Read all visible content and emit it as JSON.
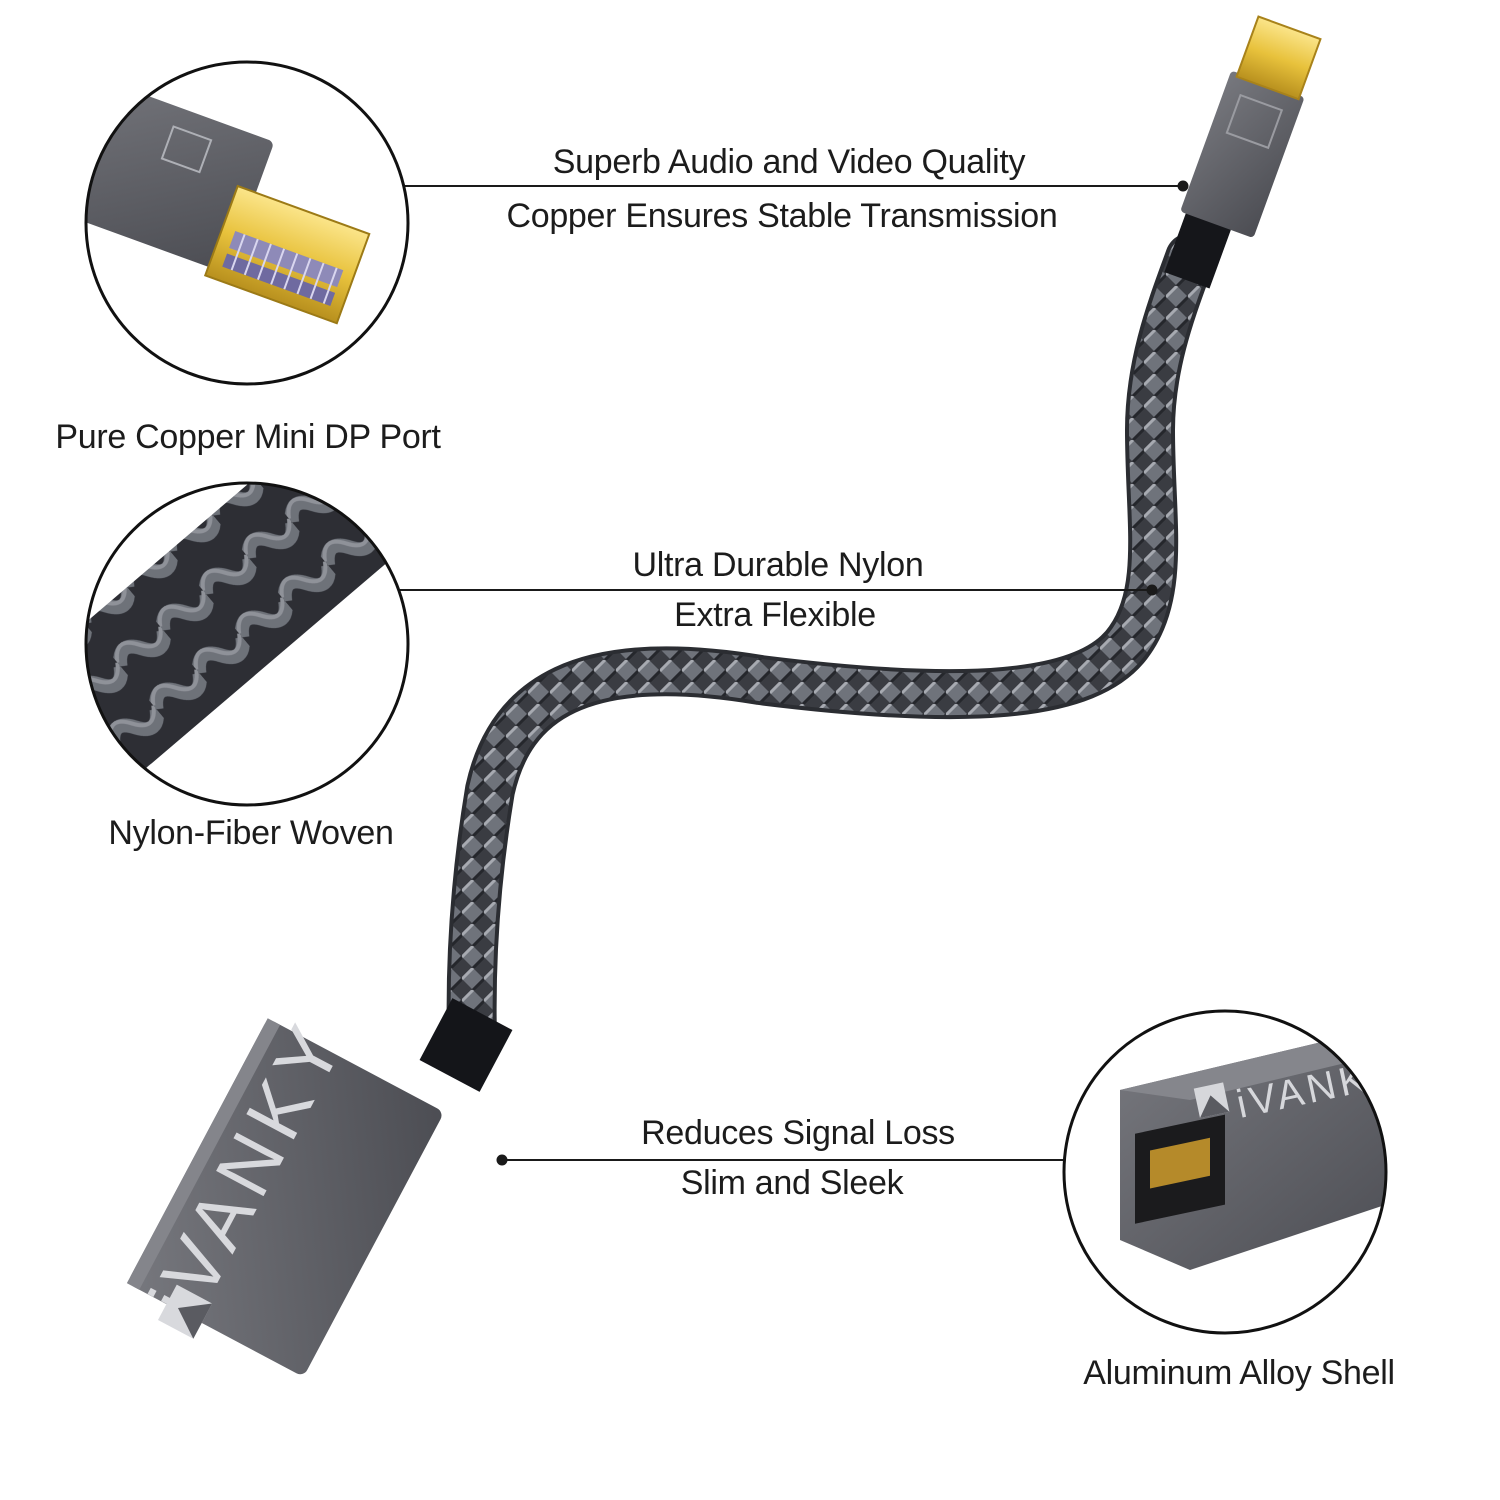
{
  "colors": {
    "aluminum": "#595a60",
    "aluminum_dark": "#3f4045",
    "aluminum_light": "#74757b",
    "braid_dark": "#33353b",
    "braid_light": "#8d9098",
    "gold": "#e8c23c",
    "gold_dark": "#b08b1a",
    "line": "#1a1a1a"
  },
  "callouts": {
    "top": {
      "line1": "Superb Audio and Video Quality",
      "line2": "Copper Ensures Stable Transmission"
    },
    "middle": {
      "line1": "Ultra Durable Nylon",
      "line2": "Extra Flexible"
    },
    "bottom": {
      "line1": "Reduces Signal Loss",
      "line2": "Slim and Sleek"
    }
  },
  "details": {
    "connector": {
      "caption": "Pure Copper Mini DP Port",
      "icon": "mini-displayport-icon"
    },
    "braid": {
      "caption": "Nylon-Fiber Woven",
      "icon": "nylon-braid-icon"
    },
    "shell": {
      "caption": "Aluminum Alloy Shell",
      "icon": "hdmi-port-icon"
    }
  },
  "brand": {
    "name": "iVANKY",
    "shell_close_up_text": "iVANK"
  }
}
